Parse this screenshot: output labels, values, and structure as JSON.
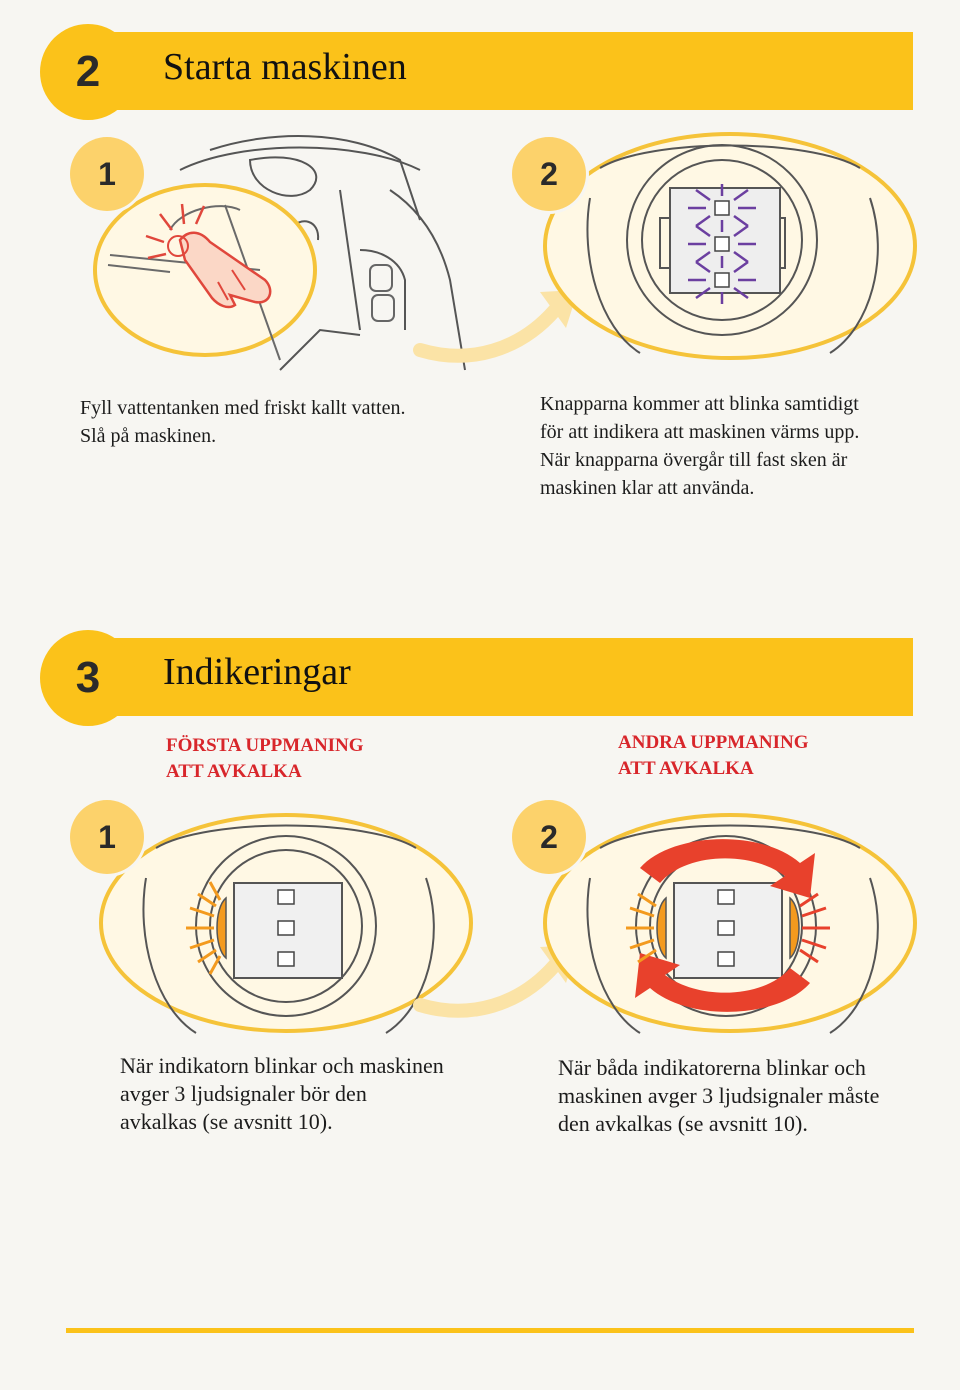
{
  "section2": {
    "number": "2",
    "title": "Starta maskinen",
    "steps": [
      {
        "badge": "1",
        "caption": "Fyll vattentanken med friskt kallt vatten.\nSlå på maskinen."
      },
      {
        "badge": "2",
        "caption": "Knapparna kommer att blinka samtidigt\nför att indikera att maskinen värms upp.\nNär knapparna övergår till fast sken är\nmaskinen klar att använda."
      }
    ]
  },
  "section3": {
    "number": "3",
    "title": "Indikeringar",
    "steps": [
      {
        "badge": "1",
        "warning": "FÖRSTA UPPMANING\nATT AVKALKA",
        "caption": "När indikatorn blinkar och maskinen\navger 3 ljudsignaler bör den\navkalkas (se avsnitt 10)."
      },
      {
        "badge": "2",
        "warning": "ANDRA UPPMANING\nATT AVKALKA",
        "caption": "När båda indikatorerna blinkar och\nmaskinen avger 3 ljudsignaler måste\nden avkalkas (se avsnitt 10)."
      }
    ]
  },
  "colors": {
    "brand_yellow": "#fbc21a",
    "warning_red": "#d8262b",
    "indicator_orange": "#f39a1e",
    "button_purple": "#6b3fa0"
  },
  "icons": [
    "finger-press-icon",
    "cup-icon",
    "arrow-icon",
    "rotate-arrow-icon"
  ]
}
